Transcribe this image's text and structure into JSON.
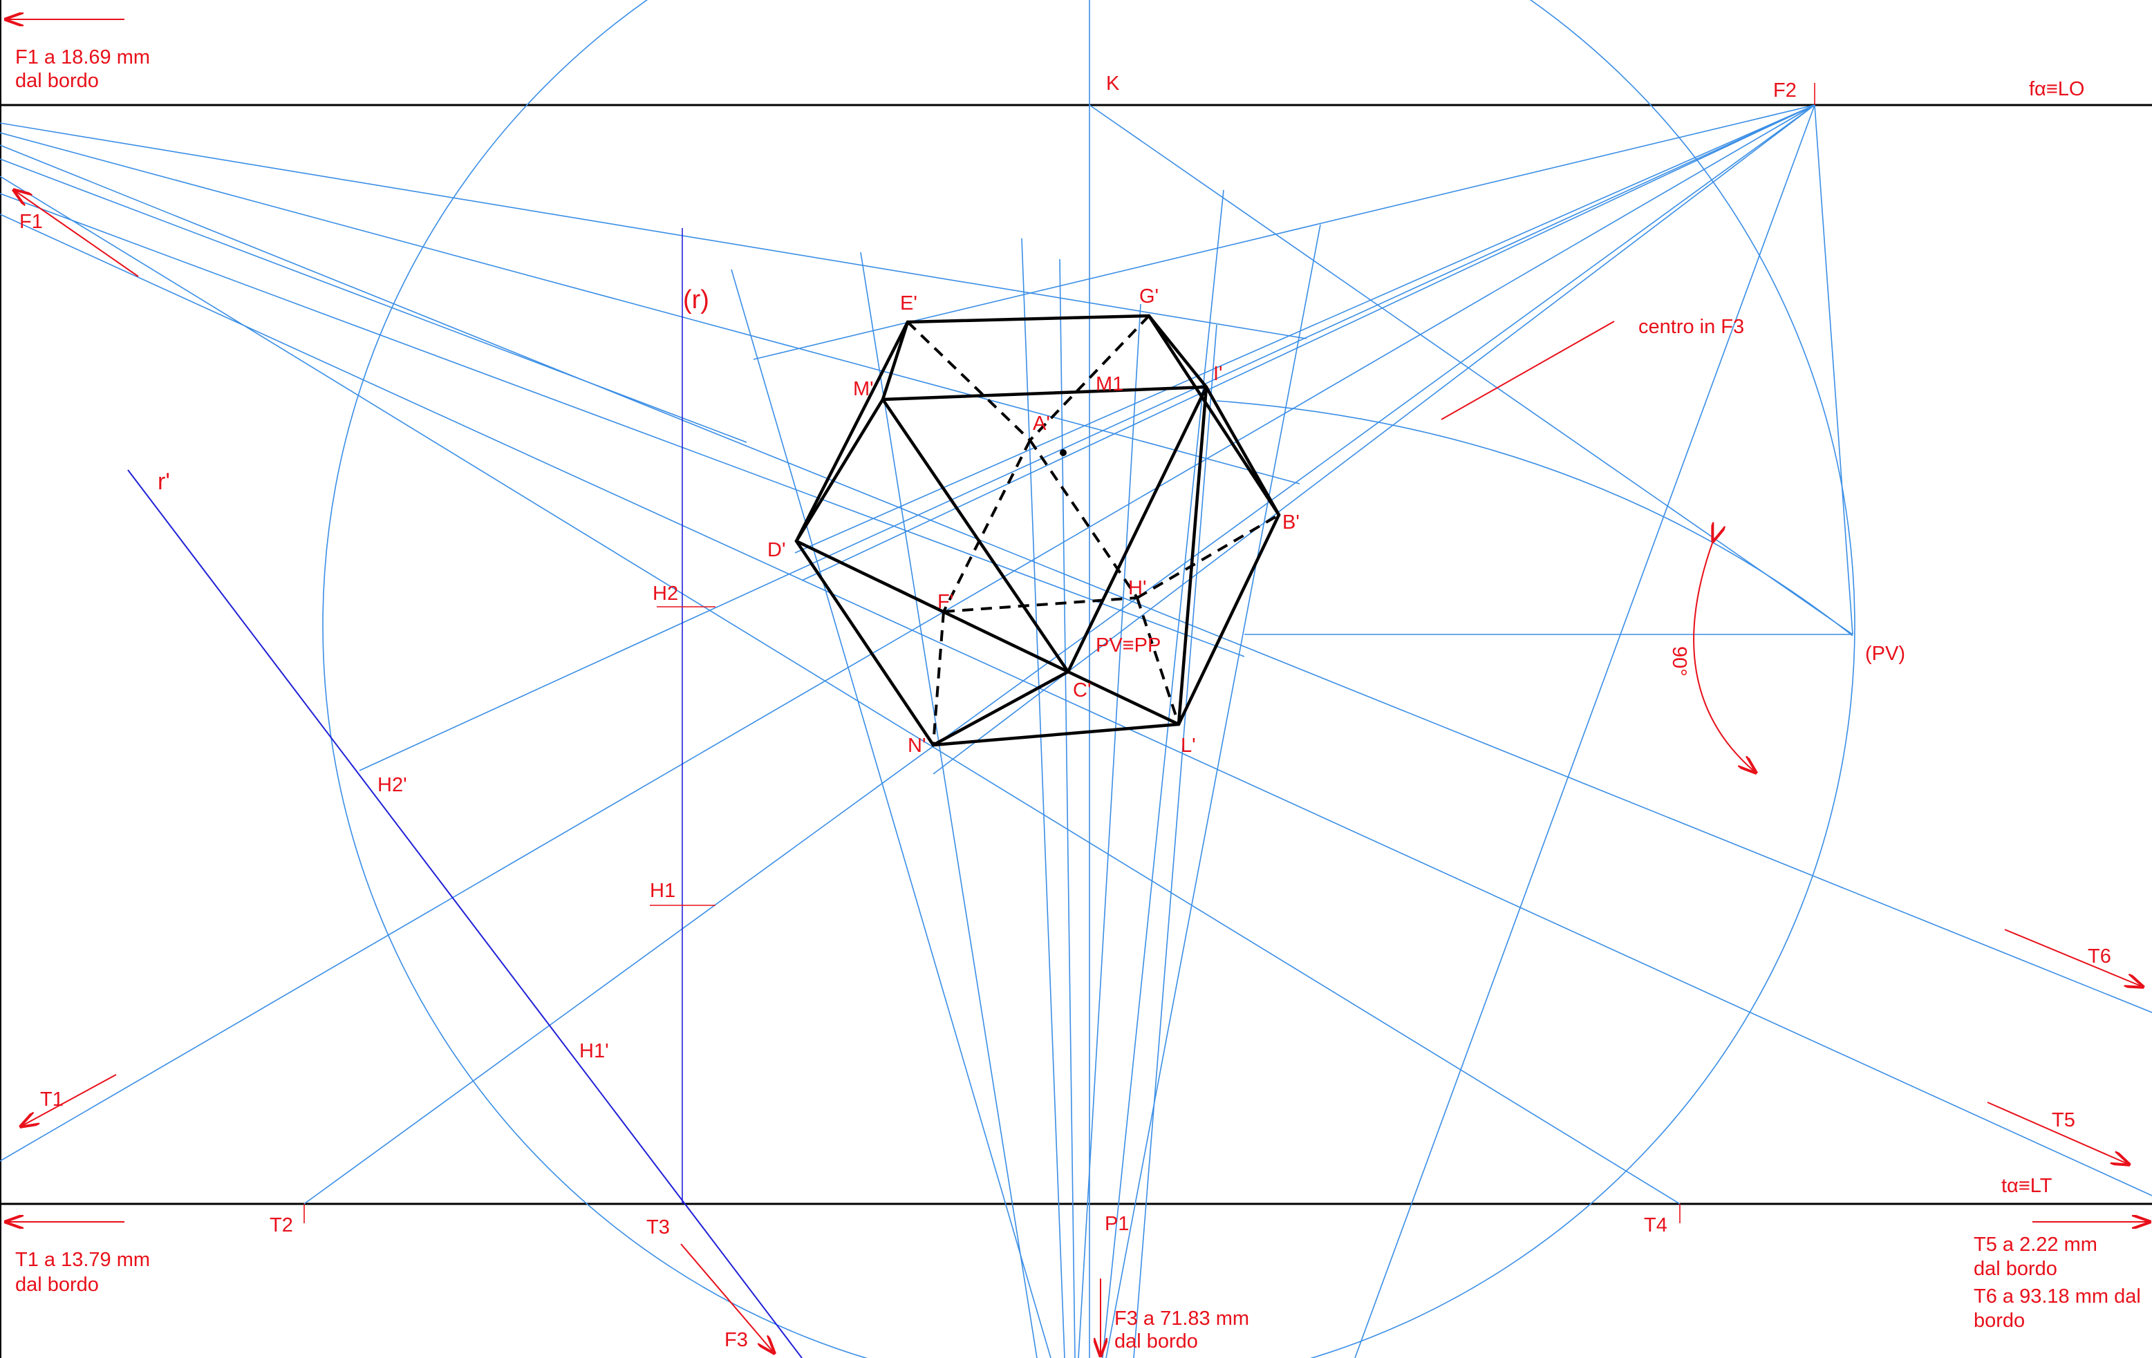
{
  "labels": {
    "f1_note": [
      "F1 a 18.69 mm",
      "dal bordo"
    ],
    "t1_note": [
      "T1 a 13.79 mm",
      "dal bordo"
    ],
    "f3_note": [
      "F3 a 71.83 mm",
      "dal bordo"
    ],
    "t5_note": [
      "T5 a 2.22 mm",
      "dal bordo"
    ],
    "t6_note": [
      "T6 a 93.18 mm dal",
      "bordo"
    ],
    "f_alpha_lo": "fα≡LO",
    "t_alpha_lt": "tα≡LT",
    "centro": "centro in F3",
    "angle": "90°",
    "pv_main": "(PV)",
    "pv_pp": "PV≡PP",
    "K": "K",
    "F1": "F1",
    "F2": "F2",
    "F3": "F3",
    "T1": "T1",
    "T2": "T2",
    "T3": "T3",
    "T4": "T4",
    "T5": "T5",
    "T6": "T6",
    "P1": "P1",
    "r": "(r)",
    "r_prime": "r'",
    "H1": "H1",
    "H2": "H2",
    "H1p": "H1'",
    "H2p": "H2'",
    "A": "A'",
    "B": "B'",
    "C": "C'",
    "D": "D'",
    "E": "E'",
    "F": "F'",
    "G": "G'",
    "H": "H'",
    "I": "I'",
    "L": "L'",
    "M": "M'",
    "M1": "M1",
    "N": "N'"
  },
  "colors": {
    "construction": "#3a8ee6",
    "annotation": "#e8101a",
    "solid": "#000000",
    "frame": "#000000",
    "trace": "#2020d8"
  }
}
